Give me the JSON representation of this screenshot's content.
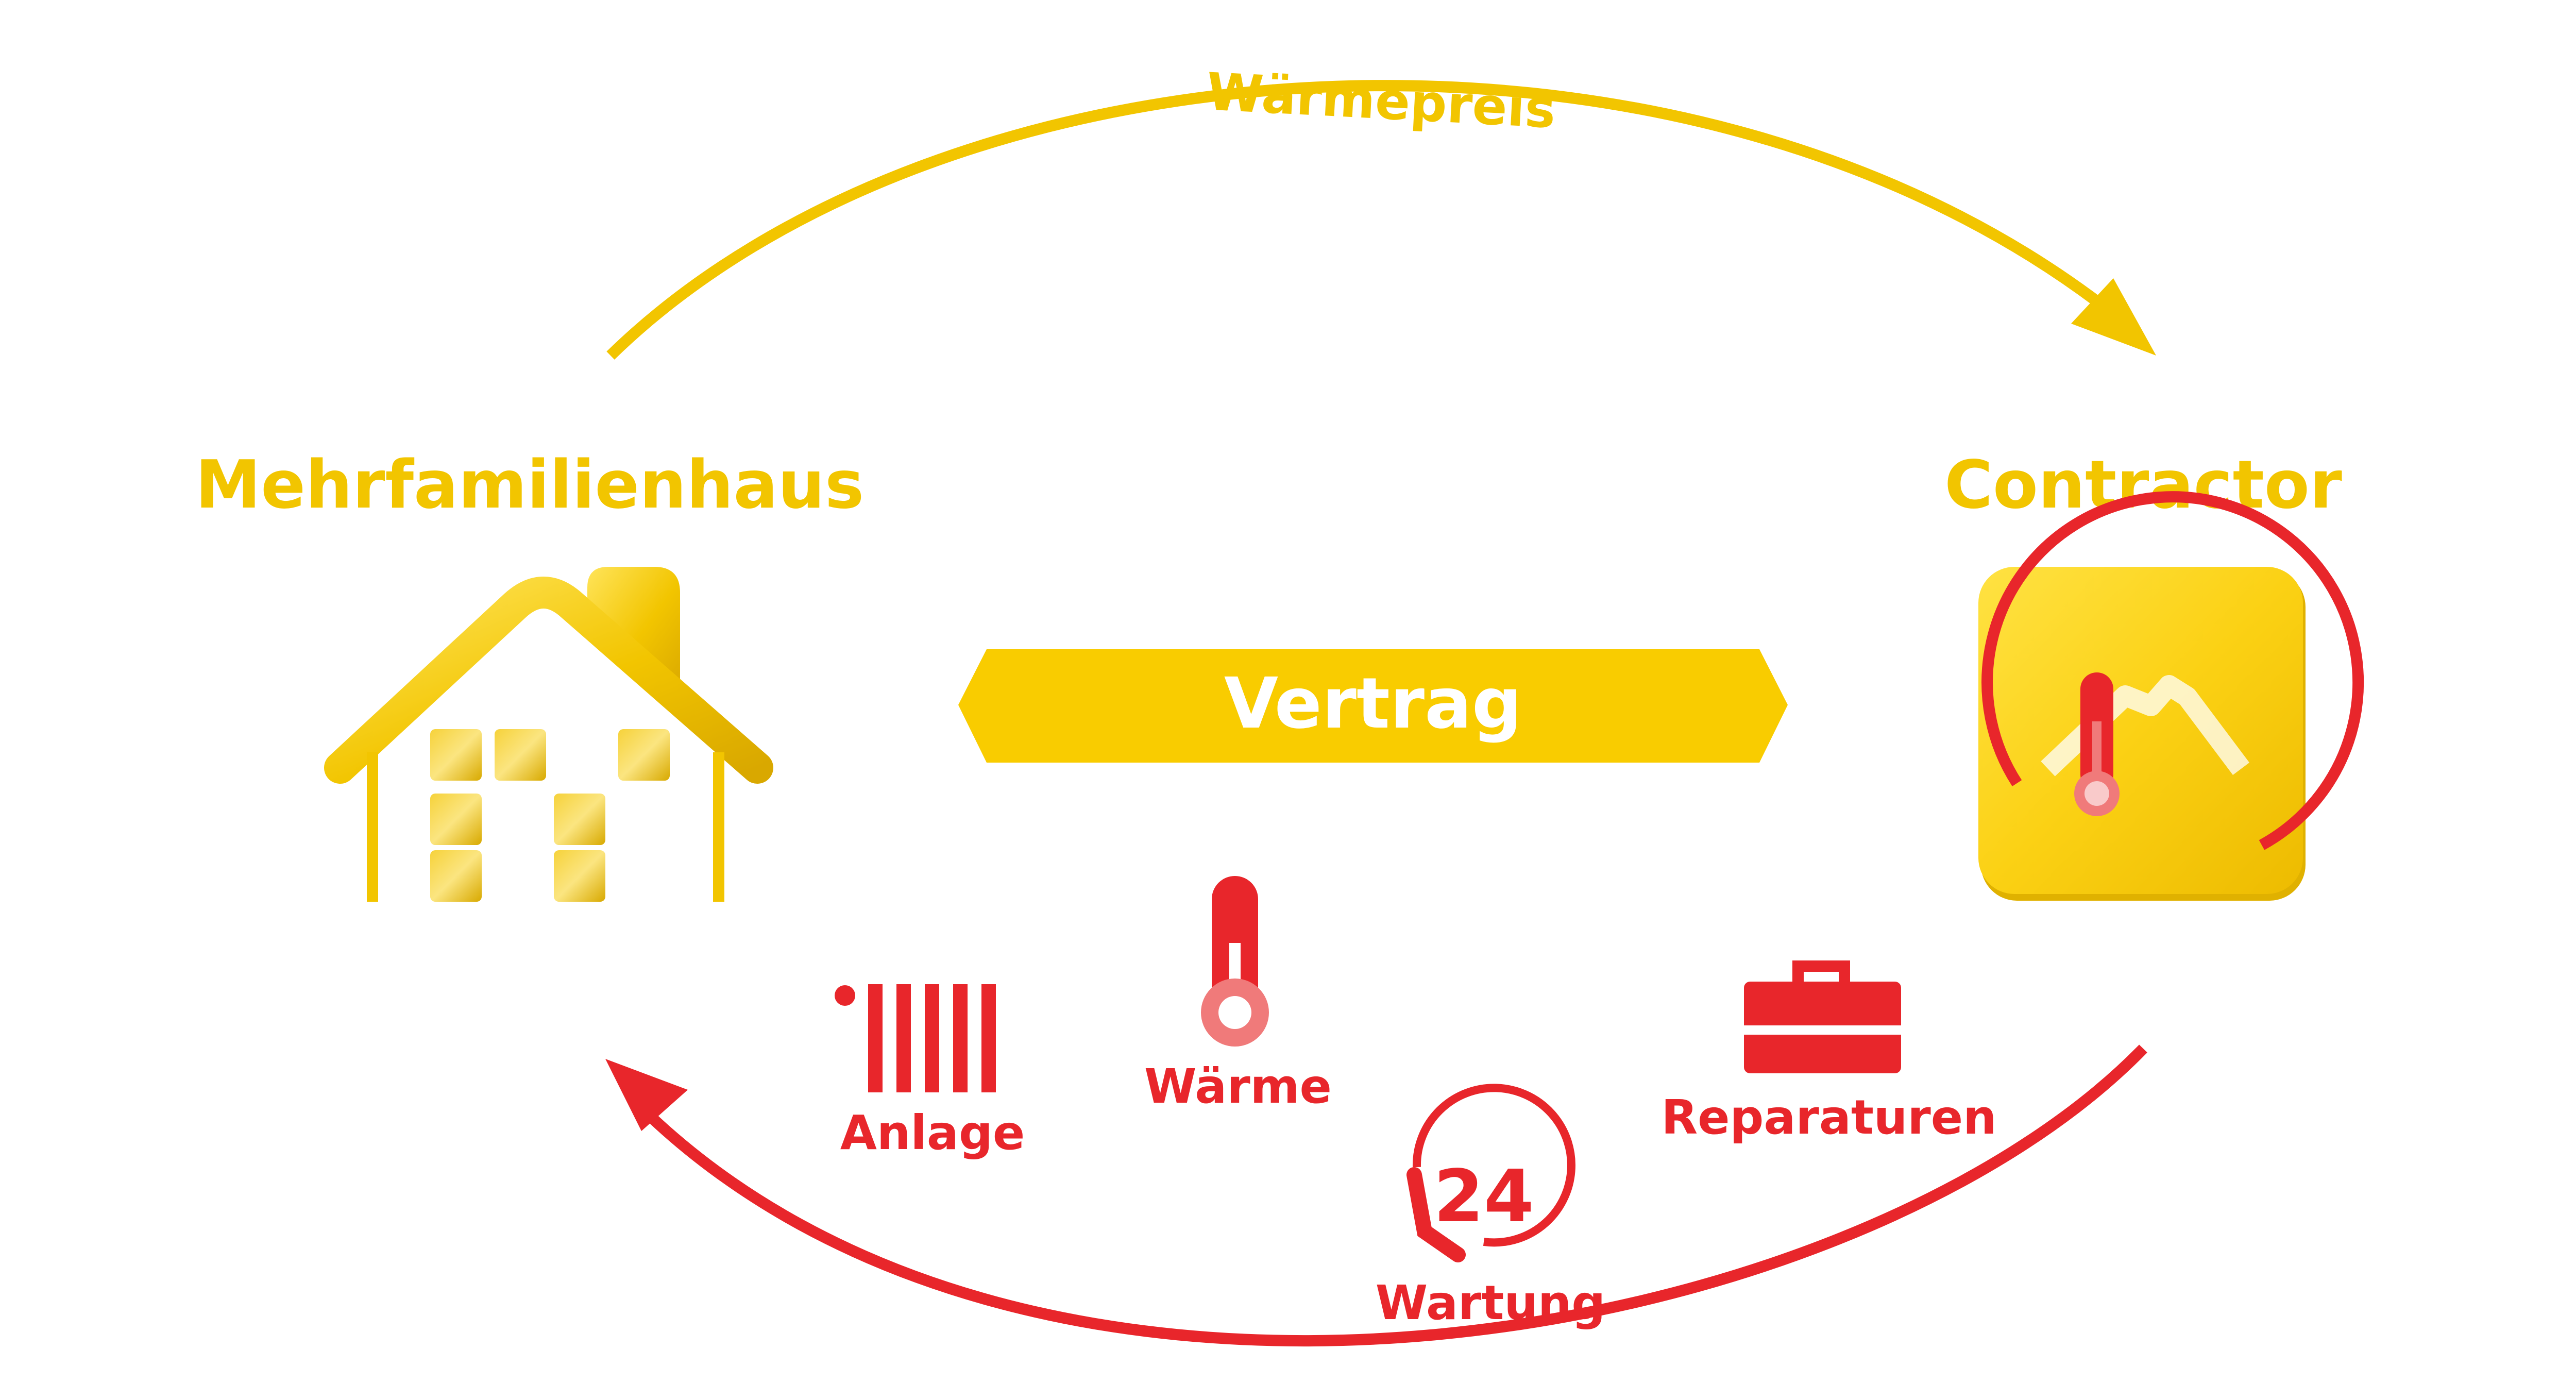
{
  "colors": {
    "yellow": "#F2C500",
    "yellow_light": "#FFE24A",
    "yellow_dark": "#D9A800",
    "red": "#E8262B",
    "red_light": "#F07A7A",
    "white": "#FFFFFF"
  },
  "flow": {
    "top_arrow_label": "Wärmepreis",
    "left_party": "Mehrfamilienhaus",
    "right_party": "Contractor",
    "center_label": "Vertrag"
  },
  "services": [
    {
      "label": "Anlage",
      "icon": "radiator-icon"
    },
    {
      "label": "Wärme",
      "icon": "thermometer-icon"
    },
    {
      "label": "Reparaturen",
      "icon": "toolbox-icon"
    },
    {
      "label": "Wartung",
      "icon": "24h-service-icon",
      "badge": "24"
    }
  ]
}
